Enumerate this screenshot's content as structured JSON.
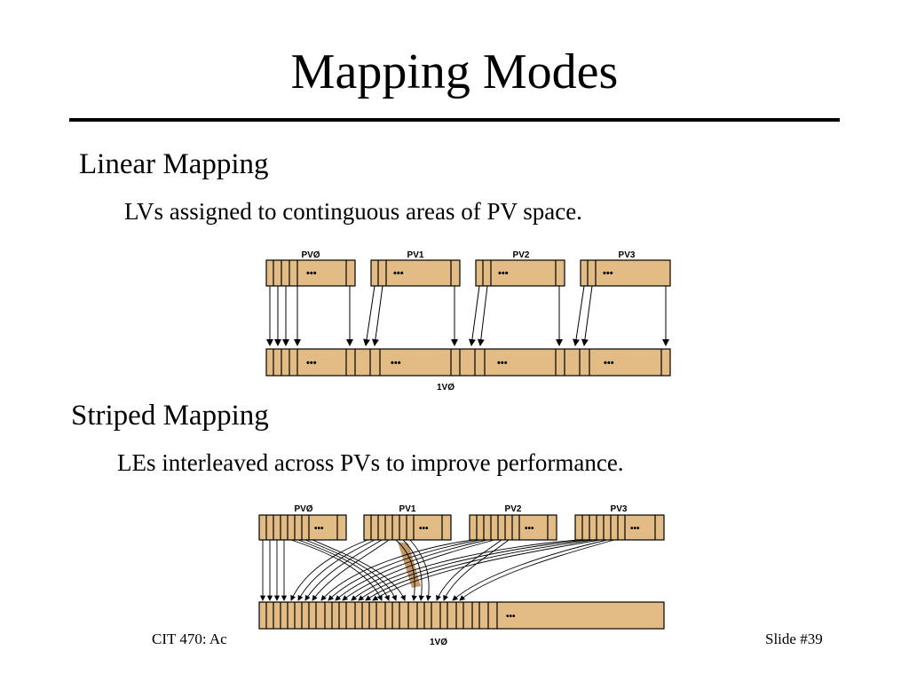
{
  "slide": {
    "title": "Mapping Modes",
    "section1": {
      "heading": "Linear Mapping",
      "description": "LVs assigned to continguous areas of PV space."
    },
    "section2": {
      "heading": "Striped Mapping",
      "description": "LEs interleaved across PVs to improve performance."
    },
    "footer": {
      "course": "CIT 470: Ac",
      "slide_number": "Slide #39"
    }
  },
  "diagram_linear": {
    "pv_labels": [
      "PVØ",
      "PV1",
      "PV2",
      "PV3"
    ],
    "lv_label": "1VØ",
    "ellipsis": "•••"
  },
  "diagram_striped": {
    "pv_labels": [
      "PVØ",
      "PV1",
      "PV2",
      "PV3"
    ],
    "lv_label": "1VØ",
    "ellipsis": "•••"
  },
  "colors": {
    "box_fill": "#e2bc84",
    "stroke": "#000000",
    "accent_band": "#b8864b"
  }
}
